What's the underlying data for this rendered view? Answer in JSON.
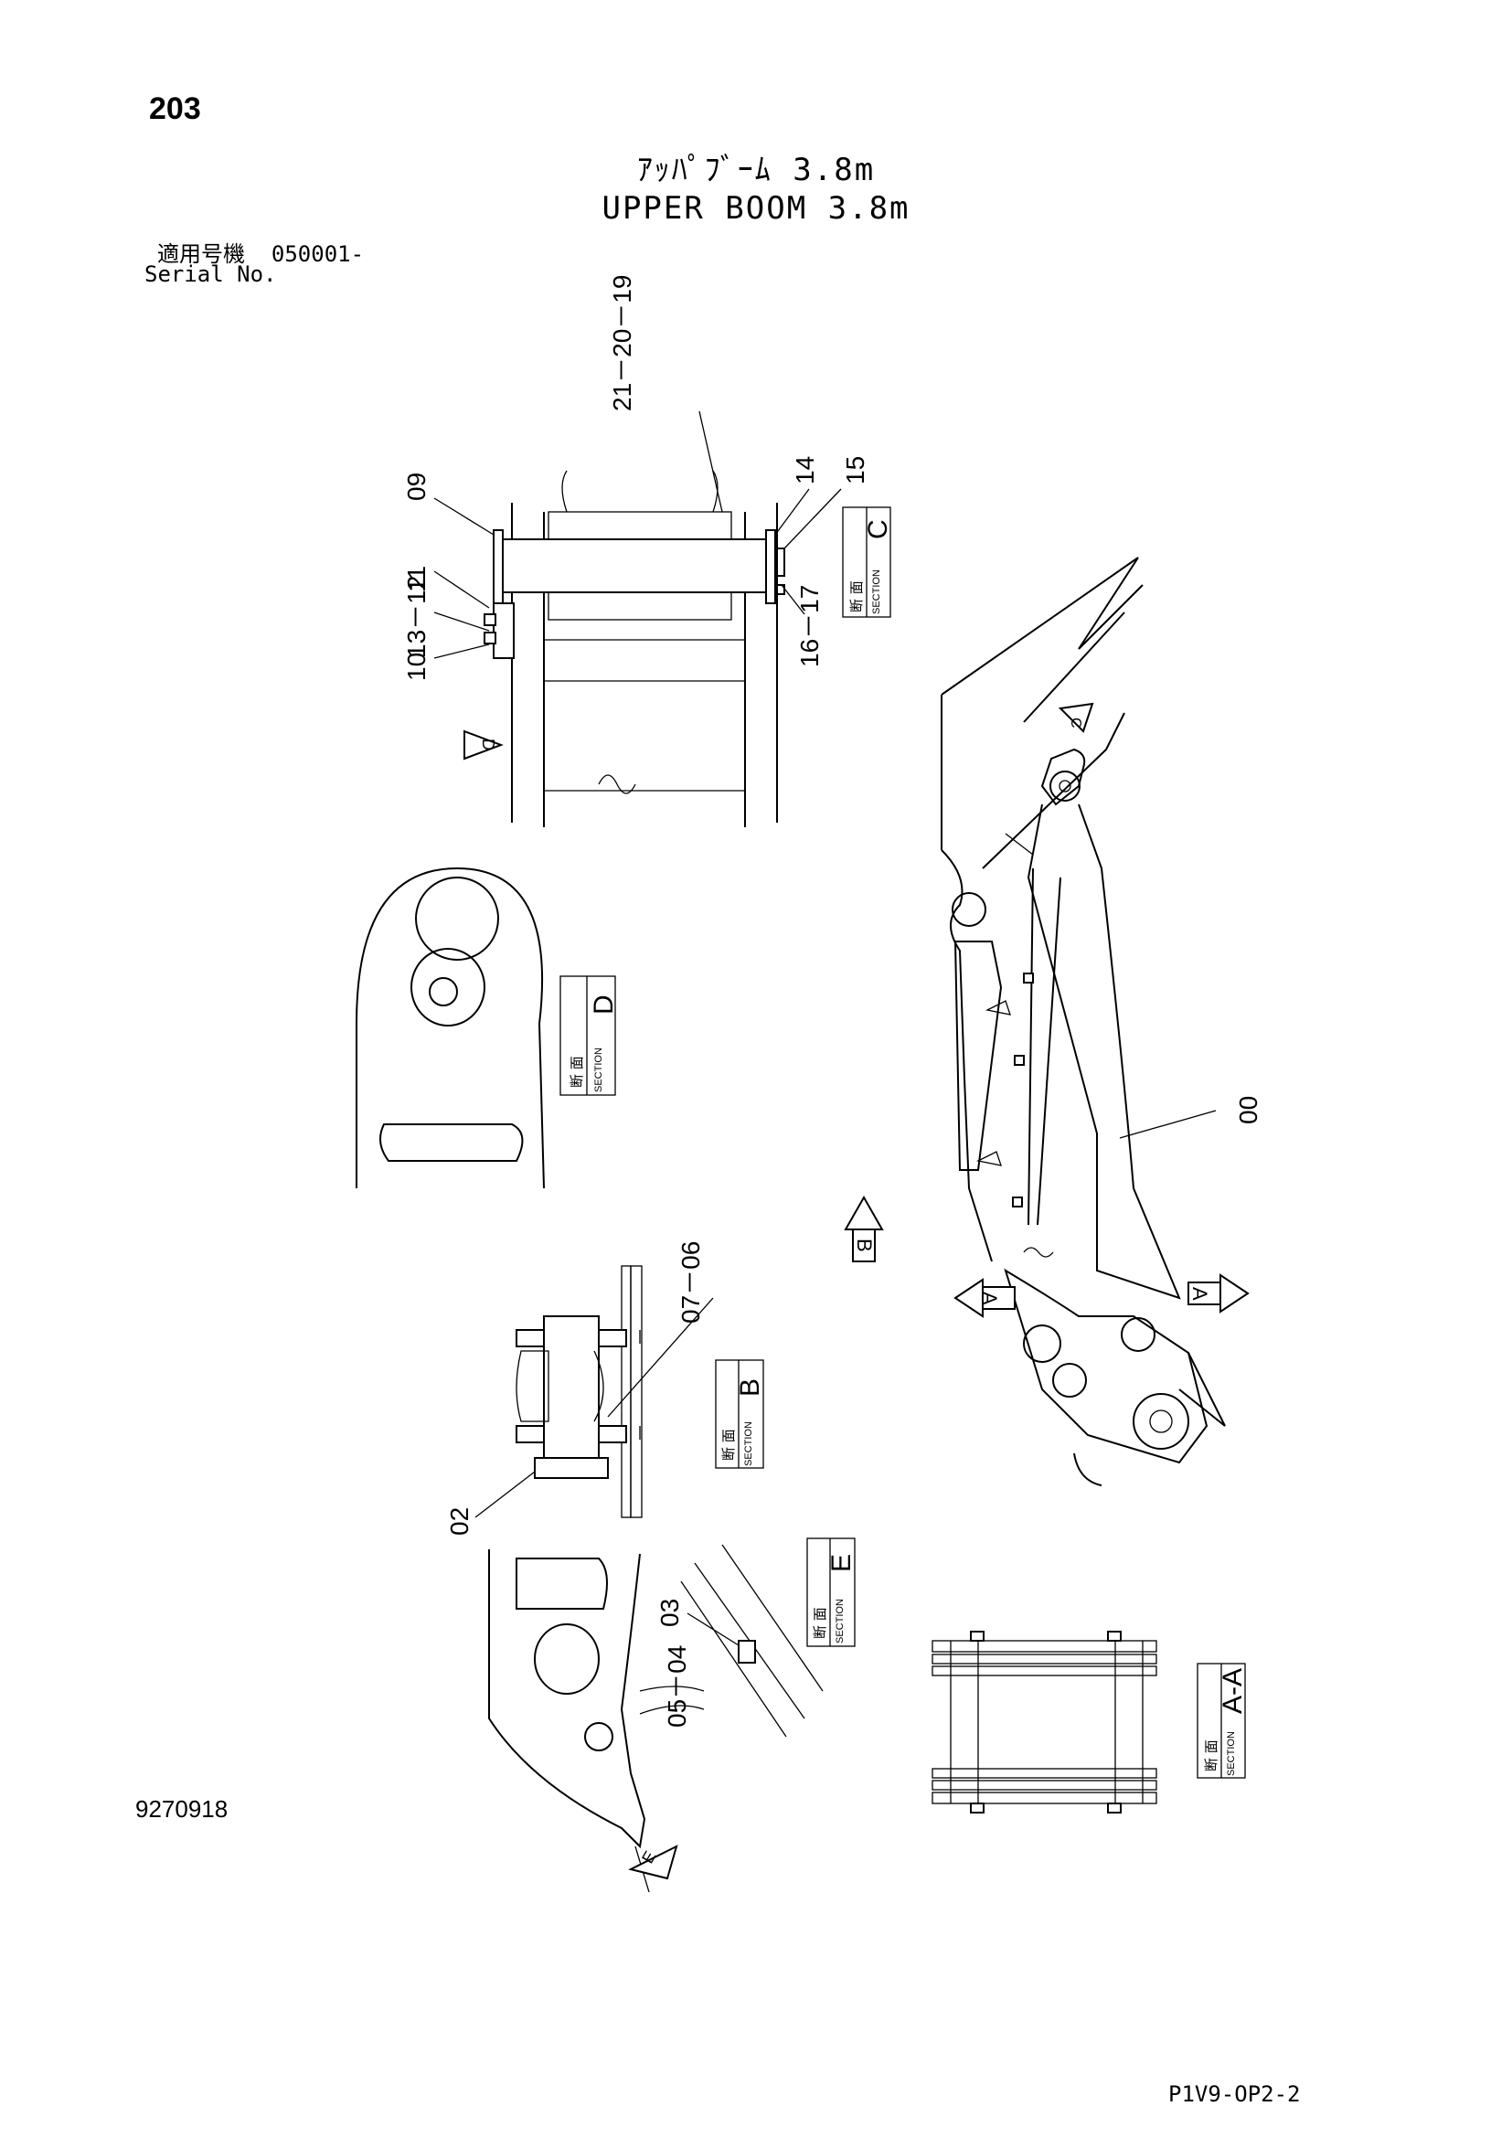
{
  "header": {
    "page_number": "203",
    "title_jp": "ｱｯﾊﾟﾌﾞｰﾑ 3.8m",
    "title_en": "UPPER BOOM 3.8m",
    "serial_label_jp": "適用号機",
    "serial_value": "050001-",
    "serial_label_en": "Serial No."
  },
  "footer": {
    "document_number": "9270918",
    "page_code": "P1V9-OP2-2"
  },
  "section_label": {
    "jp": "断 面",
    "en": "SECTION"
  },
  "sections": {
    "c": "C",
    "d": "D",
    "b": "B",
    "e": "E",
    "aa": "A-A"
  },
  "view_markers": {
    "a_left": "A",
    "a_right": "A",
    "b": "B",
    "c": "C",
    "d": "D",
    "e": "E"
  },
  "part_labels": {
    "p00": "00",
    "p02": "02",
    "p03": "03",
    "p04_05": "05－04",
    "p06_07": "07－06",
    "p09": "09",
    "p10": "10",
    "p11": "11",
    "p12_13": "13－12",
    "p14": "14",
    "p15": "15",
    "p16_17": "16－17",
    "p19_21": "21－20－19"
  }
}
